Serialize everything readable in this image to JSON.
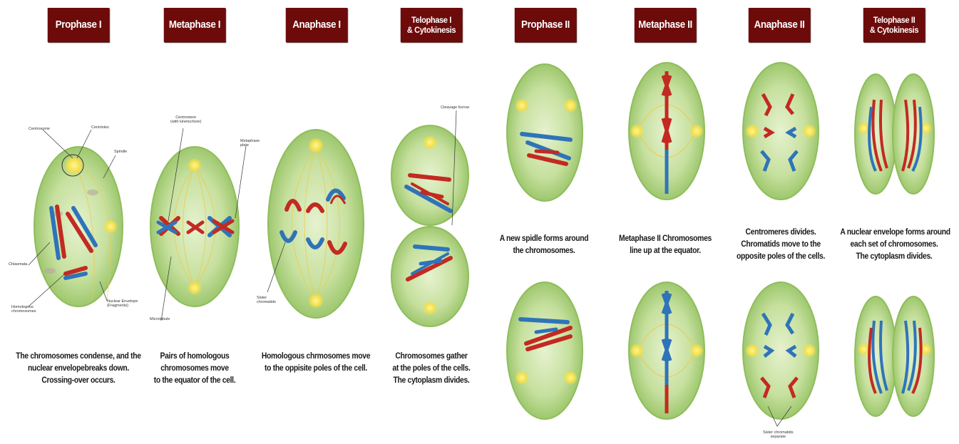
{
  "headers": {
    "prophase1": "Prophase I",
    "metaphase1": "Metaphase I",
    "anaphase1": "Anaphase I",
    "telophase1": [
      "Telophase I",
      "& Cytokinesis"
    ],
    "prophase2": "Prophase II",
    "metaphase2": "Metaphase II",
    "anaphase2": "Anaphase II",
    "telophase2": [
      "Telophase II",
      "& Cytokinesis"
    ]
  },
  "descriptions": {
    "prophase1": [
      "The chromosomes condense, and the",
      "nuclear envelopebreaks down.",
      "Crossing-over occurs."
    ],
    "metaphase1": [
      "Pairs of homologous",
      "chromosomes move",
      "to the equator of the cell."
    ],
    "anaphase1": [
      "Homologous chrmosomes move",
      "to the oppisite poles of the cell."
    ],
    "telophase1": [
      "Chromosomes gather",
      "at the poles of the cells.",
      "The cytoplasm divides."
    ],
    "prophase2": [
      "A new spidle forms around",
      "the chromosomes."
    ],
    "metaphase2": [
      "Metaphase II Chromosomes",
      "line up at the equator."
    ],
    "anaphase2": [
      "Centromeres divides.",
      "Chromatids move to the",
      "opposite poles of the cells."
    ],
    "telophase2": [
      "A nuclear envelope forms around",
      "each set of chromosomes.",
      "The cytoplasm divides."
    ]
  },
  "labels": {
    "centrosome": "Centrosome",
    "centrioles": "Centrioles",
    "spindle": "Spindle",
    "chiasmata": "Chiasmata",
    "homologous": [
      "Homologous",
      "chromosomes"
    ],
    "nuclear_envelope": [
      "Nuclear Envelope",
      "(Fragments)"
    ],
    "centromere": [
      "Centromere",
      "(with kinetochore)"
    ],
    "metaphase_plate": [
      "Metaphase",
      "plate"
    ],
    "microtubule": "Microtubule",
    "sister_chromatids": [
      "Sister",
      "chromatids"
    ],
    "cleavage_furrow": "Cleavage furrow",
    "sister_separate": [
      "Sister chromatids",
      "separate"
    ]
  },
  "colors": {
    "header_bg": "#6d0b0b",
    "cell_fill": "#b9d889",
    "cell_edge": "#8fbd5c",
    "centrosome": "#f3e24a",
    "chromosome_red": "#c22a22",
    "chromosome_blue": "#2f74b9"
  }
}
